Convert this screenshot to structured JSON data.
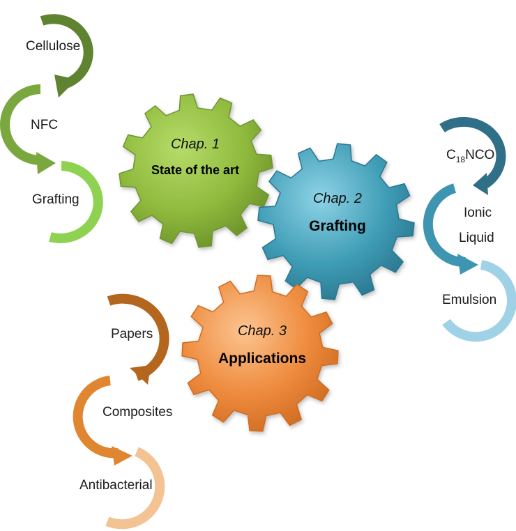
{
  "gears": [
    {
      "chapter": "Chap. 1",
      "title": "State of the art",
      "color": "#8fba3c"
    },
    {
      "chapter": "Chap. 2",
      "title": "Grafting",
      "color": "#3f9db6"
    },
    {
      "chapter": "Chap. 3",
      "title": "Applications",
      "color": "#ee8a3c"
    }
  ],
  "chain_chapter1": {
    "items": [
      "Cellulose",
      "NFC",
      "Grafting"
    ],
    "colors": [
      "#5f8330",
      "#7aa73e",
      "#8fd252"
    ]
  },
  "chain_chapter2": {
    "item1_main": "C",
    "item1_sub": "18",
    "item1_rest": "NCO",
    "item2_line1": "Ionic",
    "item2_line2": "Liquid",
    "item3": "Emulsion",
    "colors": [
      "#2f6f87",
      "#3d95b1",
      "#9fd2e6"
    ]
  },
  "chain_chapter3": {
    "items": [
      "Papers",
      "Composites",
      "Antibacterial"
    ],
    "colors": [
      "#b4651e",
      "#e08530",
      "#f4c394"
    ]
  }
}
